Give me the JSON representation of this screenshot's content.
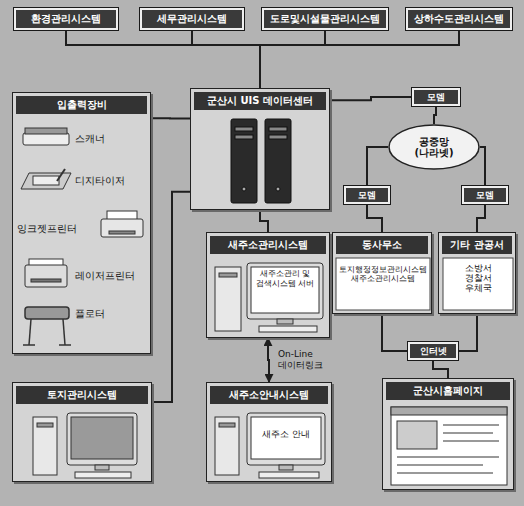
{
  "diagram": {
    "nodes": [
      {
        "text": [
          "환경관리시스템"
        ]
      },
      {
        "text": [
          "세무관리시스템"
        ]
      },
      {
        "text": [
          "도로및시설물관리시스템"
        ]
      },
      {
        "text": [
          "상하수도관리시스템"
        ]
      },
      {
        "text": [
          "입출력장비",
          "스캐너",
          "디지타이저",
          "잉크젯프린터",
          "레이저프린터",
          "플로터"
        ]
      },
      {
        "text": [
          "군산시 UIS 데이터센터"
        ]
      },
      {
        "text": [
          "모뎀"
        ]
      },
      {
        "text": [
          "공중망 (나라넷)"
        ]
      },
      {
        "text": [
          "모뎀"
        ]
      },
      {
        "text": [
          "모뎀"
        ]
      },
      {
        "text": [
          "새주소관리시스템",
          "새주소관리 및 검색시스템 서버"
        ]
      },
      {
        "text": [
          "동사무소",
          "토지행정정보관리시스템 새주소관리시스템"
        ]
      },
      {
        "text": [
          "기타 관공서",
          "소방서 경찰서 우체국"
        ]
      },
      {
        "text": [
          "인터넷"
        ]
      },
      {
        "text": [
          "토지관리시스템"
        ]
      },
      {
        "text": [
          "새주소안내시스템",
          "새주소 안내"
        ]
      },
      {
        "text": [
          "군산시홈페이지"
        ]
      }
    ],
    "edges": [
      {
        "from": 0,
        "to": 5,
        "arrow": "none"
      },
      {
        "from": 1,
        "to": 5,
        "arrow": "none"
      },
      {
        "from": 2,
        "to": 5,
        "arrow": "none"
      },
      {
        "from": 3,
        "to": 5,
        "arrow": "none"
      },
      {
        "from": 4,
        "to": 5,
        "arrow": "none"
      },
      {
        "from": 5,
        "to": 6,
        "arrow": "none"
      },
      {
        "from": 6,
        "to": 7,
        "arrow": "none"
      },
      {
        "from": 7,
        "to": 8,
        "arrow": "none"
      },
      {
        "from": 7,
        "to": 9,
        "arrow": "none"
      },
      {
        "from": 8,
        "to": 11,
        "arrow": "none"
      },
      {
        "from": 9,
        "to": 12,
        "arrow": "none"
      },
      {
        "from": 11,
        "to": 13,
        "arrow": "none"
      },
      {
        "from": 12,
        "to": 13,
        "arrow": "none"
      },
      {
        "from": 13,
        "to": 16,
        "arrow": "none"
      },
      {
        "from": 5,
        "to": 10,
        "arrow": "none"
      },
      {
        "from": 5,
        "to": 14,
        "arrow": "none"
      },
      {
        "from": 10,
        "to": 15,
        "label": "On-Line 데이터링크",
        "arrow": "both"
      }
    ]
  }
}
